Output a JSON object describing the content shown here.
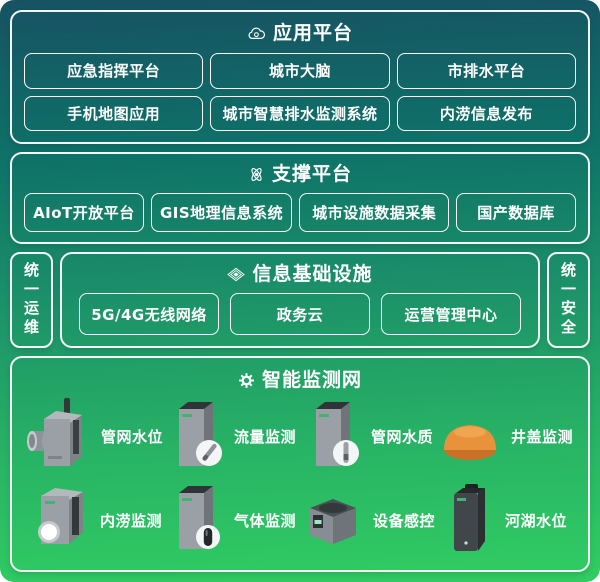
{
  "app_platform": {
    "title": "应用平台",
    "buttons": [
      "应急指挥平台",
      "城市大脑",
      "市排水平台",
      "手机地图应用",
      "城市智慧排水监测系统",
      "内涝信息发布"
    ]
  },
  "support_platform": {
    "title": "支撑平台",
    "buttons": [
      "AIoT开放平台",
      "GIS地理信息系统",
      "城市设施数据采集",
      "国产数据库"
    ]
  },
  "infrastructure": {
    "title": "信息基础设施",
    "buttons": [
      "5G/4G无线网络",
      "政务云",
      "运营管理中心"
    ],
    "left_bar": "统一运维",
    "right_bar": "统一安全"
  },
  "monitoring": {
    "title": "智能监测网",
    "devices": [
      {
        "label": "管网水位",
        "icon": "pipe-water-level-icon"
      },
      {
        "label": "流量监测",
        "icon": "flow-monitor-icon"
      },
      {
        "label": "管网水质",
        "icon": "water-quality-icon"
      },
      {
        "label": "井盖监测",
        "icon": "manhole-cover-icon"
      },
      {
        "label": "内涝监测",
        "icon": "flood-monitor-icon"
      },
      {
        "label": "气体监测",
        "icon": "gas-monitor-icon"
      },
      {
        "label": "设备感控",
        "icon": "device-sense-icon"
      },
      {
        "label": "河湖水位",
        "icon": "river-level-icon"
      }
    ]
  },
  "colors": {
    "gradient_top": "#175263",
    "gradient_bottom": "#31cd62",
    "border": "#ffffff",
    "device_grey": "#9aa0a5",
    "manhole_orange": "#e8933c"
  }
}
